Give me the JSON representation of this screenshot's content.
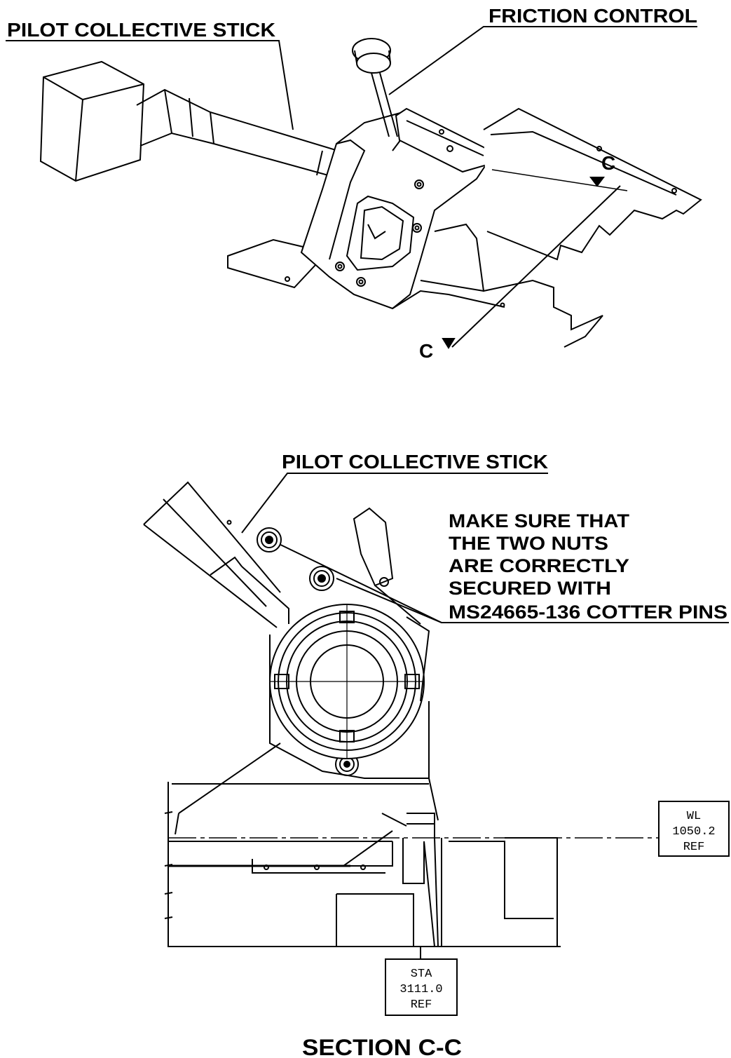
{
  "top_view": {
    "label_collective": "PILOT COLLECTIVE STICK",
    "label_friction": "FRICTION CONTROL",
    "section_mark_upper": "C",
    "section_mark_lower": "C"
  },
  "section_view": {
    "label_collective": "PILOT COLLECTIVE STICK",
    "note_lines": [
      "MAKE SURE THAT",
      "THE TWO NUTS",
      " ARE CORRECTLY",
      "SECURED WITH",
      "MS24665-136 COTTER PINS"
    ],
    "wl_box": [
      "WL",
      "1050.2",
      "REF"
    ],
    "sta_box": [
      "STA",
      "3111.0",
      "REF"
    ],
    "title": "SECTION C-C"
  }
}
